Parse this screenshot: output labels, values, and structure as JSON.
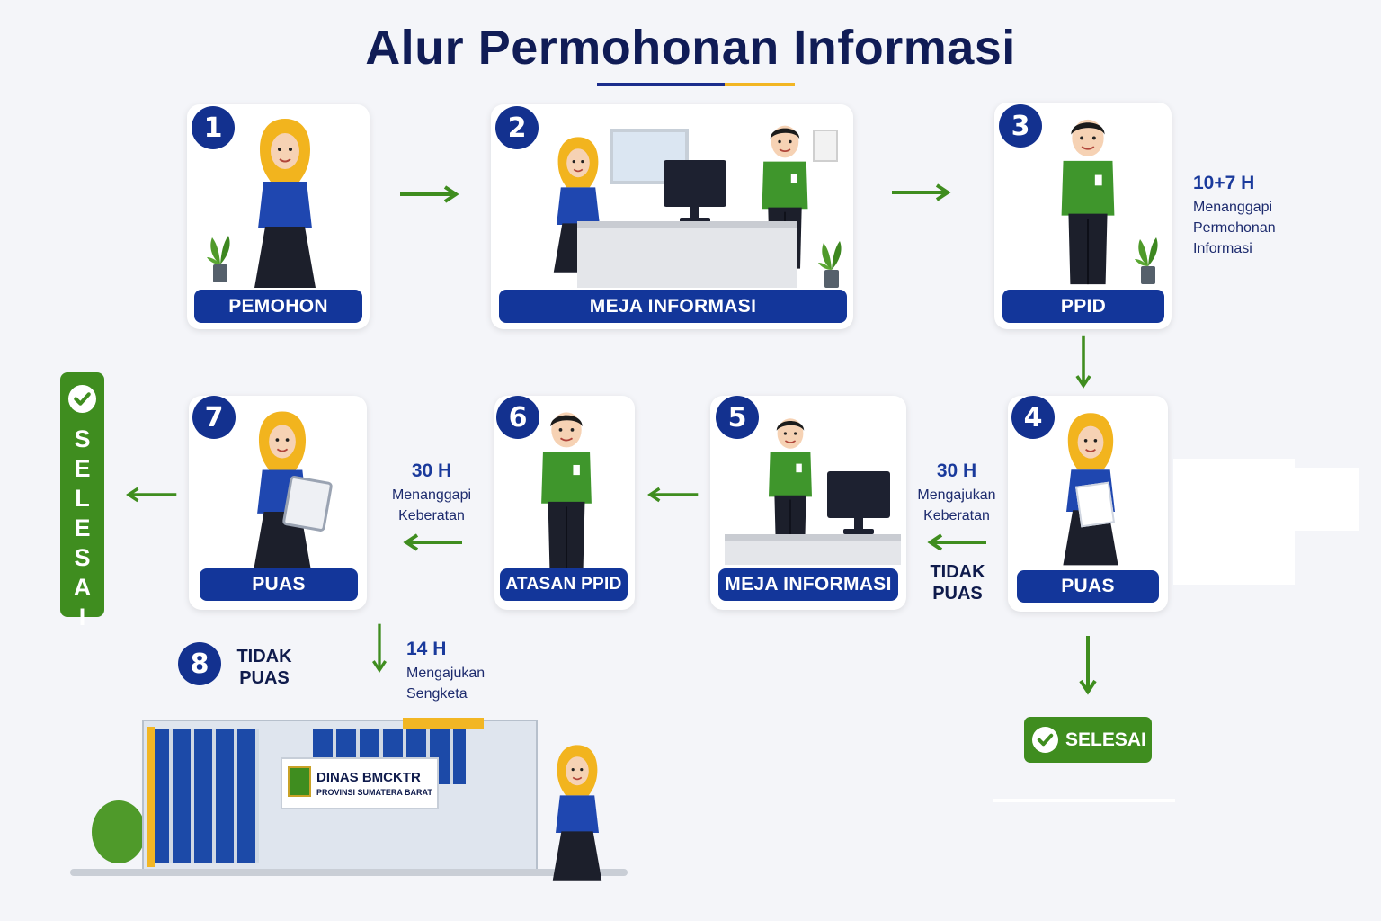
{
  "title": "Alur Permohonan Informasi",
  "steps": [
    {
      "num": "1",
      "label": "PEMOHON"
    },
    {
      "num": "2",
      "label": "MEJA INFORMASI"
    },
    {
      "num": "3",
      "label": "PPID"
    },
    {
      "num": "4",
      "label": "PUAS"
    },
    {
      "num": "5",
      "label": "MEJA INFORMASI"
    },
    {
      "num": "6",
      "label": "ATASAN PPID"
    },
    {
      "num": "7",
      "label": "PUAS"
    },
    {
      "num": "8",
      "label": "TIDAK PUAS"
    }
  ],
  "notes": {
    "ppid": {
      "days": "10+7 H",
      "text": "Menanggapi Permohonan Informasi"
    },
    "keberatan": {
      "days": "30 H",
      "text": "Mengajukan Keberatan",
      "status": "TIDAK PUAS"
    },
    "tanggapan": {
      "days": "30 H",
      "text": "Menanggapi Keberatan"
    },
    "sengketa": {
      "days": "14 H",
      "text": "Mengajukan Sengketa"
    }
  },
  "done": {
    "vertical": "SELESAI",
    "button": "SELESAI"
  },
  "building": {
    "name": "DINAS BMCKTR",
    "province": "PROVINSI SUMATERA BARAT"
  },
  "colors": {
    "navy": "#13369a",
    "green": "#3f8d1f",
    "arrow": "#3f8d1f",
    "yellow": "#f2b624"
  }
}
